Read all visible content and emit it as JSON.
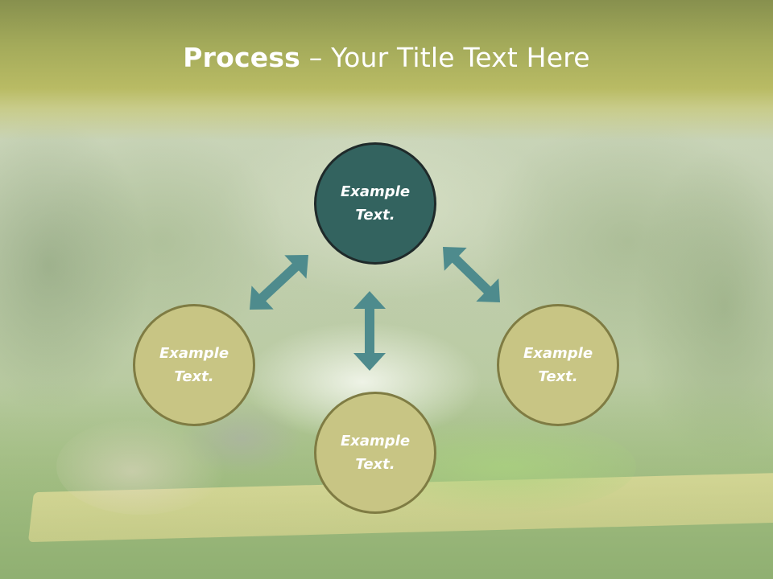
{
  "title": {
    "bold": "Process",
    "rest": " – Your Title Text Here"
  },
  "nodes": [
    {
      "id": "top",
      "label": "Example\nText.",
      "style": "dark"
    },
    {
      "id": "left",
      "label": "Example\nText.",
      "style": "light"
    },
    {
      "id": "right",
      "label": "Example\nText.",
      "style": "light"
    },
    {
      "id": "bottom",
      "label": "Example\nText.",
      "style": "light"
    }
  ],
  "colors": {
    "banner": "#a3aa5a",
    "node_dark": "#33635f",
    "node_light": "#c8c584",
    "arrow": "#4e8b8d"
  }
}
